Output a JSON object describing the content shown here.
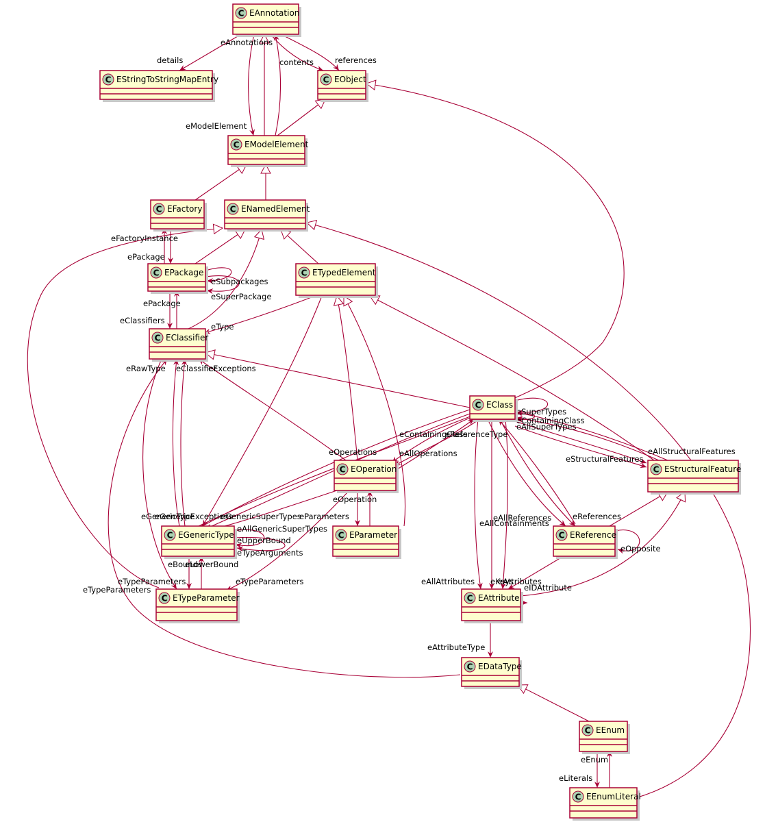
{
  "classes": {
    "EAnnotation": "EAnnotation",
    "EStringToStringMapEntry": "EStringToStringMapEntry",
    "EObject": "EObject",
    "EModelElement": "EModelElement",
    "EFactory": "EFactory",
    "ENamedElement": "ENamedElement",
    "EPackage": "EPackage",
    "ETypedElement": "ETypedElement",
    "EClassifier": "EClassifier",
    "EClass": "EClass",
    "EOperation": "EOperation",
    "EStructuralFeature": "EStructuralFeature",
    "EGenericType": "EGenericType",
    "EParameter": "EParameter",
    "EReference": "EReference",
    "ETypeParameter": "ETypeParameter",
    "EAttribute": "EAttribute",
    "EDataType": "EDataType",
    "EEnum": "EEnum",
    "EEnumLiteral": "EEnumLiteral"
  },
  "class_glyph": "C",
  "labels": {
    "details": "details",
    "eAnnotations": "eAnnotations",
    "contents": "contents",
    "references": "references",
    "eModelElement": "eModelElement",
    "eFactoryInstance": "eFactoryInstance",
    "ePackage_1": "ePackage",
    "eSubpackages": "eSubpackages",
    "eSuperPackage": "eSuperPackage",
    "ePackage_2": "ePackage",
    "eClassifiers": "eClassifiers",
    "eType": "eType",
    "eRawType": "eRawType",
    "eClassifier": "eClassifier",
    "eExceptions": "eExceptions",
    "eSuperTypes": "eSuperTypes",
    "eContainingClass_1": "eContainingClass",
    "eAllSuperTypes": "eAllSuperTypes",
    "eContainingClass_2": "eContainingClass",
    "eReferenceType": "eReferenceType",
    "eOperations": "eOperations",
    "eAllOperations": "eAllOperations",
    "eAllStructuralFeatures": "eAllStructuralFeatures",
    "eStructuralFeatures": "eStructuralFeatures",
    "eOperation": "eOperation",
    "eGenericType": "eGenericType",
    "eGenericExceptions": "eGenericExceptions",
    "eGenericSuperTypes": "eGenericSuperTypes",
    "eParameters": "eParameters",
    "eAllGenericSuperTypes": "eAllGenericSuperTypes",
    "eUpperBound": "eUpperBound",
    "eTypeArguments": "eTypeArguments",
    "eAllReferences": "eAllReferences",
    "eAllContainments": "eAllContainments",
    "eReferences": "eReferences",
    "eOpposite": "eOpposite",
    "eBounds": "eBounds",
    "eLowerBound": "eLowerBound",
    "eTypeParameters_1": "eTypeParameters",
    "eTypeParameters_2": "eTypeParameters",
    "eTypeParameters_3": "eTypeParameters",
    "eAllAttributes": "eAllAttributes",
    "eKeys": "eKeys",
    "eAttributes": "eAttributes",
    "eIDAttribute": "eIDAttribute",
    "eAttributeType": "eAttributeType",
    "eEnum": "eEnum",
    "eLiterals": "eLiterals"
  },
  "colors": {
    "border": "#A80036",
    "fill": "#FEFECE",
    "circle": "#ADD1B2"
  }
}
